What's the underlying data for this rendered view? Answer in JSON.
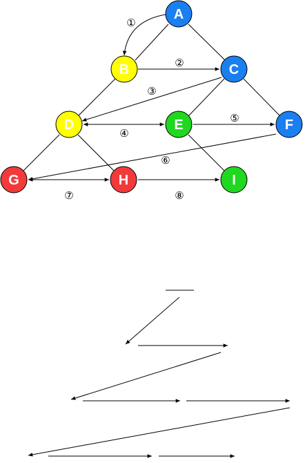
{
  "colors": {
    "blue": "#1a7ff0",
    "yellow": "#ffff00",
    "green": "#1fd81f",
    "red": "#f23a3a",
    "edge": "#000000"
  },
  "nodes": {
    "A": {
      "label": "A",
      "color": "#1a7ff0"
    },
    "B": {
      "label": "B",
      "color": "#ffff00"
    },
    "C": {
      "label": "C",
      "color": "#1a7ff0"
    },
    "D": {
      "label": "D",
      "color": "#ffff00"
    },
    "E": {
      "label": "E",
      "color": "#1fd81f"
    },
    "F": {
      "label": "F",
      "color": "#1a7ff0"
    },
    "G": {
      "label": "G",
      "color": "#f23a3a"
    },
    "H": {
      "label": "H",
      "color": "#f23a3a"
    },
    "I": {
      "label": "I",
      "color": "#1fd81f"
    }
  },
  "steps": {
    "s1": "①",
    "s2": "②",
    "s3": "③",
    "s4": "④",
    "s5": "⑤",
    "s6": "⑥",
    "s7": "⑦",
    "s8": "⑧"
  }
}
